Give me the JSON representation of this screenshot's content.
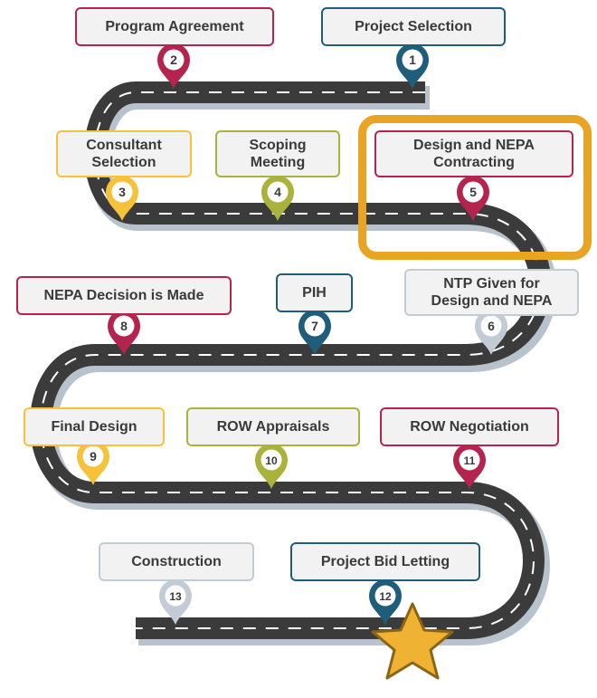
{
  "steps": [
    {
      "number": "1",
      "label": "Project Selection",
      "color": "#1f5e7a"
    },
    {
      "number": "2",
      "label": "Program Agreement",
      "color": "#b5244f"
    },
    {
      "number": "3",
      "label": "Consultant Selection",
      "color": "#f5c23a"
    },
    {
      "number": "4",
      "label": "Scoping Meeting",
      "color": "#a9b23a"
    },
    {
      "number": "5",
      "label": "Design and NEPA Contracting",
      "color": "#b5244f"
    },
    {
      "number": "6",
      "label": "NTP Given for Design and NEPA",
      "color": "#c3ccd4"
    },
    {
      "number": "7",
      "label": "PIH",
      "color": "#1f5e7a"
    },
    {
      "number": "8",
      "label": "NEPA Decision is Made",
      "color": "#b5244f"
    },
    {
      "number": "9",
      "label": "Final Design",
      "color": "#f5c23a"
    },
    {
      "number": "10",
      "label": "ROW Appraisals",
      "color": "#a9b23a"
    },
    {
      "number": "11",
      "label": "ROW Negotiation",
      "color": "#b5244f"
    },
    {
      "number": "12",
      "label": "Project Bid Letting",
      "color": "#1f5e7a"
    },
    {
      "number": "13",
      "label": "Construction",
      "color": "#c3ccd4"
    }
  ],
  "colors": {
    "road": "#3b3b3b",
    "road_shadow": "#b8c2cc",
    "lane_marking": "#ffffff",
    "highlight": "#e9a424",
    "star": "#f0b233",
    "star_outline": "#8a6516"
  },
  "highlighted_step": "5"
}
